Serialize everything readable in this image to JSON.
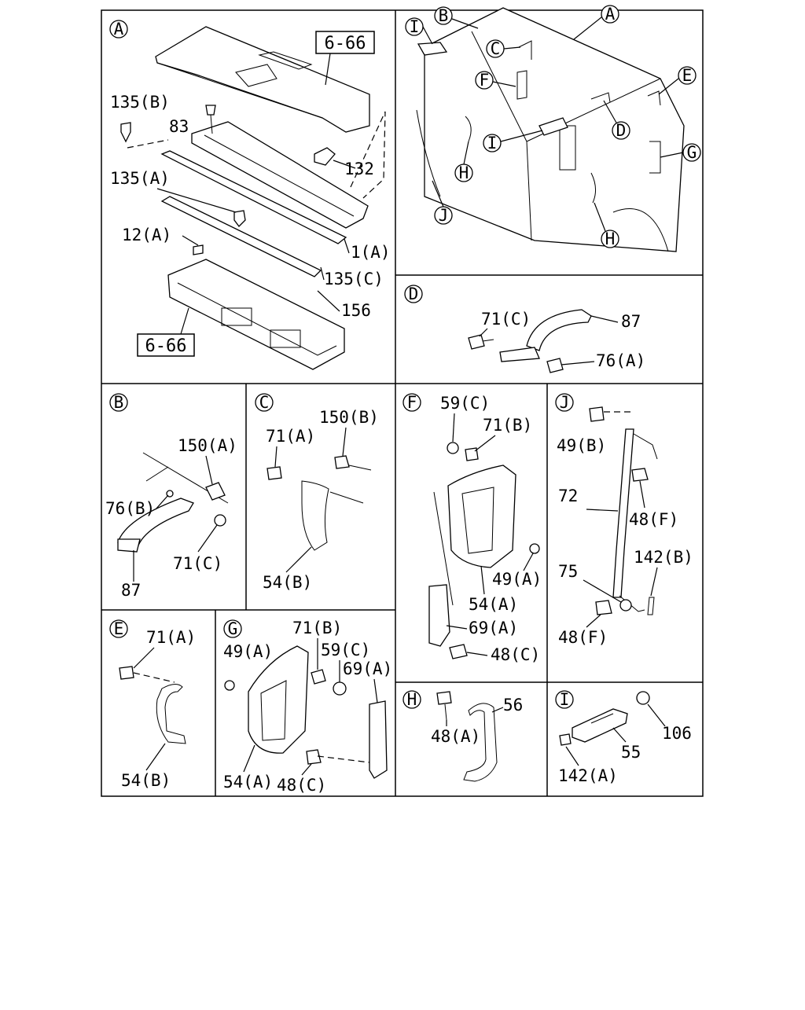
{
  "panels": {
    "A": {
      "letter": "A",
      "ref_top": "6-66",
      "ref_bottom": "6-66",
      "labels": [
        "135(B)",
        "83",
        "132",
        "135(A)",
        "12(A)",
        "1(A)",
        "135(C)",
        "156"
      ]
    },
    "overview": {
      "callouts": [
        "I",
        "B",
        "A",
        "C",
        "F",
        "E",
        "D",
        "G",
        "I",
        "H",
        "J",
        "H"
      ]
    },
    "D": {
      "letter": "D",
      "labels": [
        "71(C)",
        "87",
        "76(A)"
      ]
    },
    "B": {
      "letter": "B",
      "labels": [
        "150(A)",
        "76(B)",
        "71(C)",
        "87"
      ]
    },
    "C": {
      "letter": "C",
      "labels": [
        "150(B)",
        "71(A)",
        "54(B)"
      ]
    },
    "F": {
      "letter": "F",
      "labels": [
        "59(C)",
        "71(B)",
        "49(A)",
        "54(A)",
        "69(A)",
        "48(C)"
      ]
    },
    "J": {
      "letter": "J",
      "labels": [
        "49(B)",
        "72",
        "48(F)",
        "75",
        "142(B)",
        "48(F)"
      ]
    },
    "E": {
      "letter": "E",
      "labels": [
        "71(A)",
        "54(B)"
      ]
    },
    "G": {
      "letter": "G",
      "labels": [
        "71(B)",
        "49(A)",
        "59(C)",
        "69(A)",
        "54(A)",
        "48(C)"
      ]
    },
    "H": {
      "letter": "H",
      "labels": [
        "56",
        "48(A)"
      ]
    },
    "I": {
      "letter": "I",
      "labels": [
        "55",
        "106",
        "142(A)"
      ]
    }
  }
}
